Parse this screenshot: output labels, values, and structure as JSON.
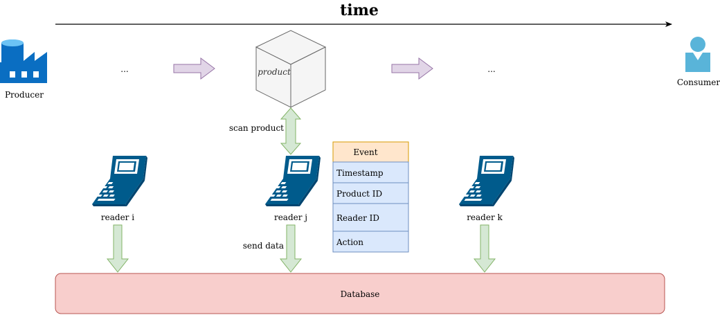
{
  "title": "time",
  "producer": {
    "label": "Producer",
    "icon": "factory-icon"
  },
  "consumer": {
    "label": "Consumer",
    "icon": "user-icon"
  },
  "flow": {
    "left_ellipsis": "...",
    "right_ellipsis": "...",
    "product_label": "product"
  },
  "scan_label": "scan product",
  "send_label": "send data",
  "readers": [
    {
      "label": "reader i",
      "icon": "handheld-scanner-icon"
    },
    {
      "label": "reader j",
      "icon": "handheld-scanner-icon"
    },
    {
      "label": "reader k",
      "icon": "handheld-scanner-icon"
    }
  ],
  "event": {
    "header": "Event",
    "fields": [
      "Timestamp",
      "Product ID",
      "Reader ID",
      "Action"
    ]
  },
  "database_label": "Database",
  "colors": {
    "arrow_purple_fill": "#e1d5e7",
    "arrow_purple_stroke": "#9673a6",
    "arrow_green_fill": "#d5e8d4",
    "arrow_green_stroke": "#82b366",
    "event_header_fill": "#ffe6cc",
    "event_header_stroke": "#d79b00",
    "event_row_fill": "#dae8fc",
    "event_row_stroke": "#6c8ebf",
    "database_fill": "#f8cecc",
    "database_stroke": "#b85450",
    "scanner_blue": "#005b8c",
    "factory_blue": "#0a6ec2",
    "person_blue": "#59b4d9"
  }
}
